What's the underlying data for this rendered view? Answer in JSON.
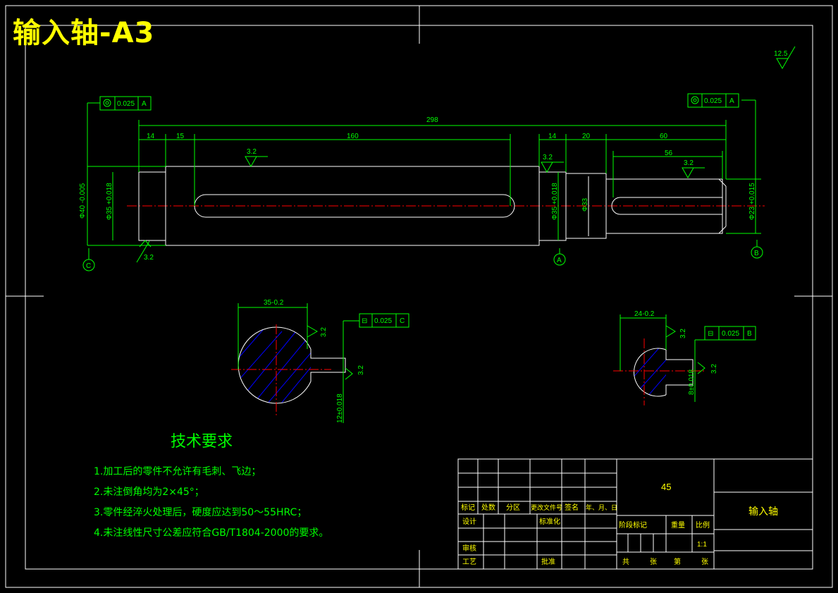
{
  "title": "输入轴-A3",
  "technical_requirements": {
    "heading": "技术要求",
    "items": [
      "1.加工后的零件不允许有毛刺、飞边；",
      "2.未注倒角均为2×45°；",
      "3.零件经淬火处理后，硬度应达到50～55HRC；",
      "4.未注线性尺寸公差应符合GB/T1804-2000的要求。"
    ]
  },
  "dimensions": {
    "overall": "298",
    "seg1": "14",
    "seg2": "15",
    "seg3": "160",
    "seg4": "14",
    "seg5": "20",
    "seg6": "60",
    "key_right": "56",
    "dia_left": "Φ40 -0.005",
    "dia_left_small": "Φ35 +0.018",
    "dia_mid": "Φ35 +0.018",
    "dia_step": "Φ33",
    "dia_right": "Φ23 +0.015",
    "section_left_width": "35-0.2",
    "section_left_key": "12±0.018",
    "section_right_width": "24-0.2",
    "section_right_key": "8±0.018"
  },
  "roughness": {
    "general": "12.5",
    "local": "3.2"
  },
  "tolerance_frames": {
    "left_top": {
      "value": "0.025",
      "datum": "A"
    },
    "right_top": {
      "value": "0.025",
      "datum": "A"
    },
    "section_left": {
      "value": "0.025",
      "datum": "C"
    },
    "section_right": {
      "value": "0.025",
      "datum": "B"
    }
  },
  "datums": [
    "C",
    "A",
    "B"
  ],
  "title_block": {
    "material": "45",
    "part_name": "输入轴",
    "scale": "1:1",
    "scale_label": "比例",
    "weight_label": "重量",
    "stage_label": "阶段标记",
    "headers": [
      "标记",
      "处数",
      "分区",
      "更改文件号",
      "签名",
      "年、月、日"
    ],
    "design": "设计",
    "standardize": "标准化",
    "check": "审核",
    "process": "工艺",
    "approve": "批准",
    "sheets": [
      "共",
      "张",
      "第",
      "张"
    ]
  },
  "colors": {
    "outline": "#ffffff",
    "dimension": "#00ff00",
    "centerline": "#ff0000",
    "hatch": "#0000ff",
    "title": "#ffff00"
  }
}
